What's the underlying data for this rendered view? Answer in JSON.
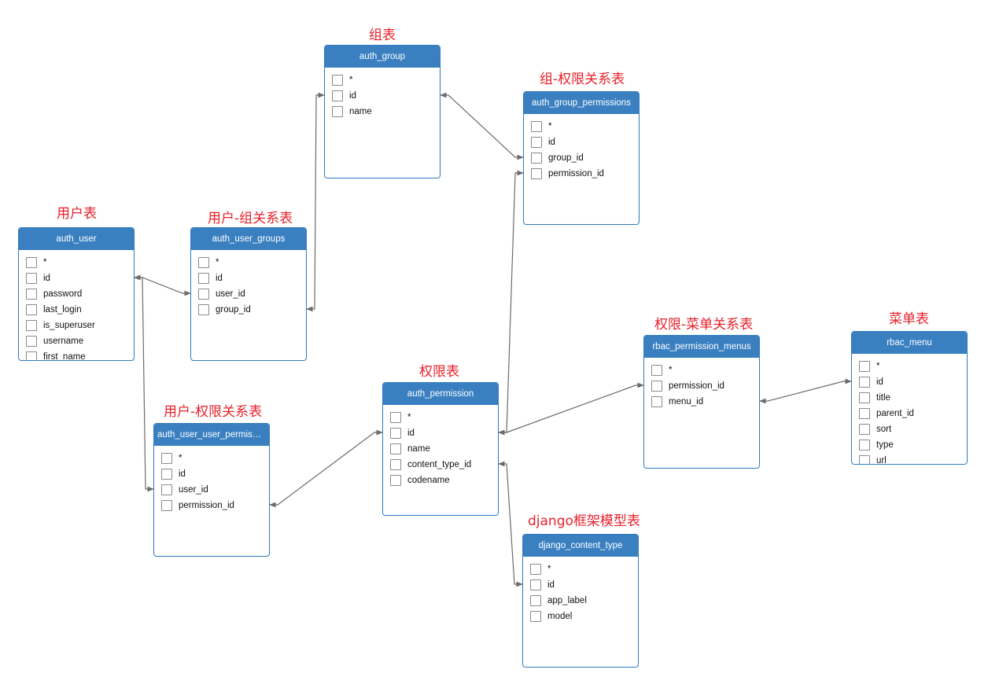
{
  "diagram": {
    "tables": [
      {
        "id": "auth_user",
        "caption": "用户表",
        "name": "auth_user",
        "fields": [
          "*",
          "id",
          "password",
          "last_login",
          "is_superuser",
          "username",
          "first_name"
        ]
      },
      {
        "id": "auth_user_groups",
        "caption": "用户-组关系表",
        "name": "auth_user_groups",
        "fields": [
          "*",
          "id",
          "user_id",
          "group_id"
        ]
      },
      {
        "id": "auth_group",
        "caption": "组表",
        "name": "auth_group",
        "fields": [
          "*",
          "id",
          "name"
        ]
      },
      {
        "id": "auth_group_permissions",
        "caption": "组-权限关系表",
        "name": "auth_group_permissions",
        "fields": [
          "*",
          "id",
          "group_id",
          "permission_id"
        ]
      },
      {
        "id": "auth_user_user_permissions",
        "caption": "用户-权限关系表",
        "name": "auth_user_user_permissi...",
        "fields": [
          "*",
          "id",
          "user_id",
          "permission_id"
        ]
      },
      {
        "id": "auth_permission",
        "caption": "权限表",
        "name": "auth_permission",
        "fields": [
          "*",
          "id",
          "name",
          "content_type_id",
          "codename"
        ]
      },
      {
        "id": "rbac_permission_menus",
        "caption": "权限-菜单关系表",
        "name": "rbac_permission_menus",
        "fields": [
          "*",
          "permission_id",
          "menu_id"
        ]
      },
      {
        "id": "rbac_menu",
        "caption": "菜单表",
        "name": "rbac_menu",
        "fields": [
          "*",
          "id",
          "title",
          "parent_id",
          "sort",
          "type",
          "url"
        ]
      },
      {
        "id": "django_content_type",
        "caption": "django框架模型表",
        "name": "django_content_type",
        "fields": [
          "*",
          "id",
          "app_label",
          "model"
        ]
      }
    ],
    "relations": [
      {
        "from": "auth_user_groups",
        "from_field": "user_id",
        "to": "auth_user",
        "to_field": "id"
      },
      {
        "from": "auth_user_groups",
        "from_field": "group_id",
        "to": "auth_group",
        "to_field": "id"
      },
      {
        "from": "auth_group_permissions",
        "from_field": "group_id",
        "to": "auth_group",
        "to_field": "id"
      },
      {
        "from": "auth_group_permissions",
        "from_field": "permission_id",
        "to": "auth_permission",
        "to_field": "id"
      },
      {
        "from": "auth_user_user_permissions",
        "from_field": "user_id",
        "to": "auth_user",
        "to_field": "id"
      },
      {
        "from": "auth_user_user_permissions",
        "from_field": "permission_id",
        "to": "auth_permission",
        "to_field": "id"
      },
      {
        "from": "rbac_permission_menus",
        "from_field": "permission_id",
        "to": "auth_permission",
        "to_field": "id"
      },
      {
        "from": "rbac_permission_menus",
        "from_field": "menu_id",
        "to": "rbac_menu",
        "to_field": "id"
      },
      {
        "from": "auth_permission",
        "from_field": "content_type_id",
        "to": "django_content_type",
        "to_field": "id"
      }
    ],
    "colors": {
      "caption": "#e8202a",
      "table_header": "#3a80c1",
      "table_border": "#2e7bbf",
      "connector": "#6b6b6b"
    }
  }
}
